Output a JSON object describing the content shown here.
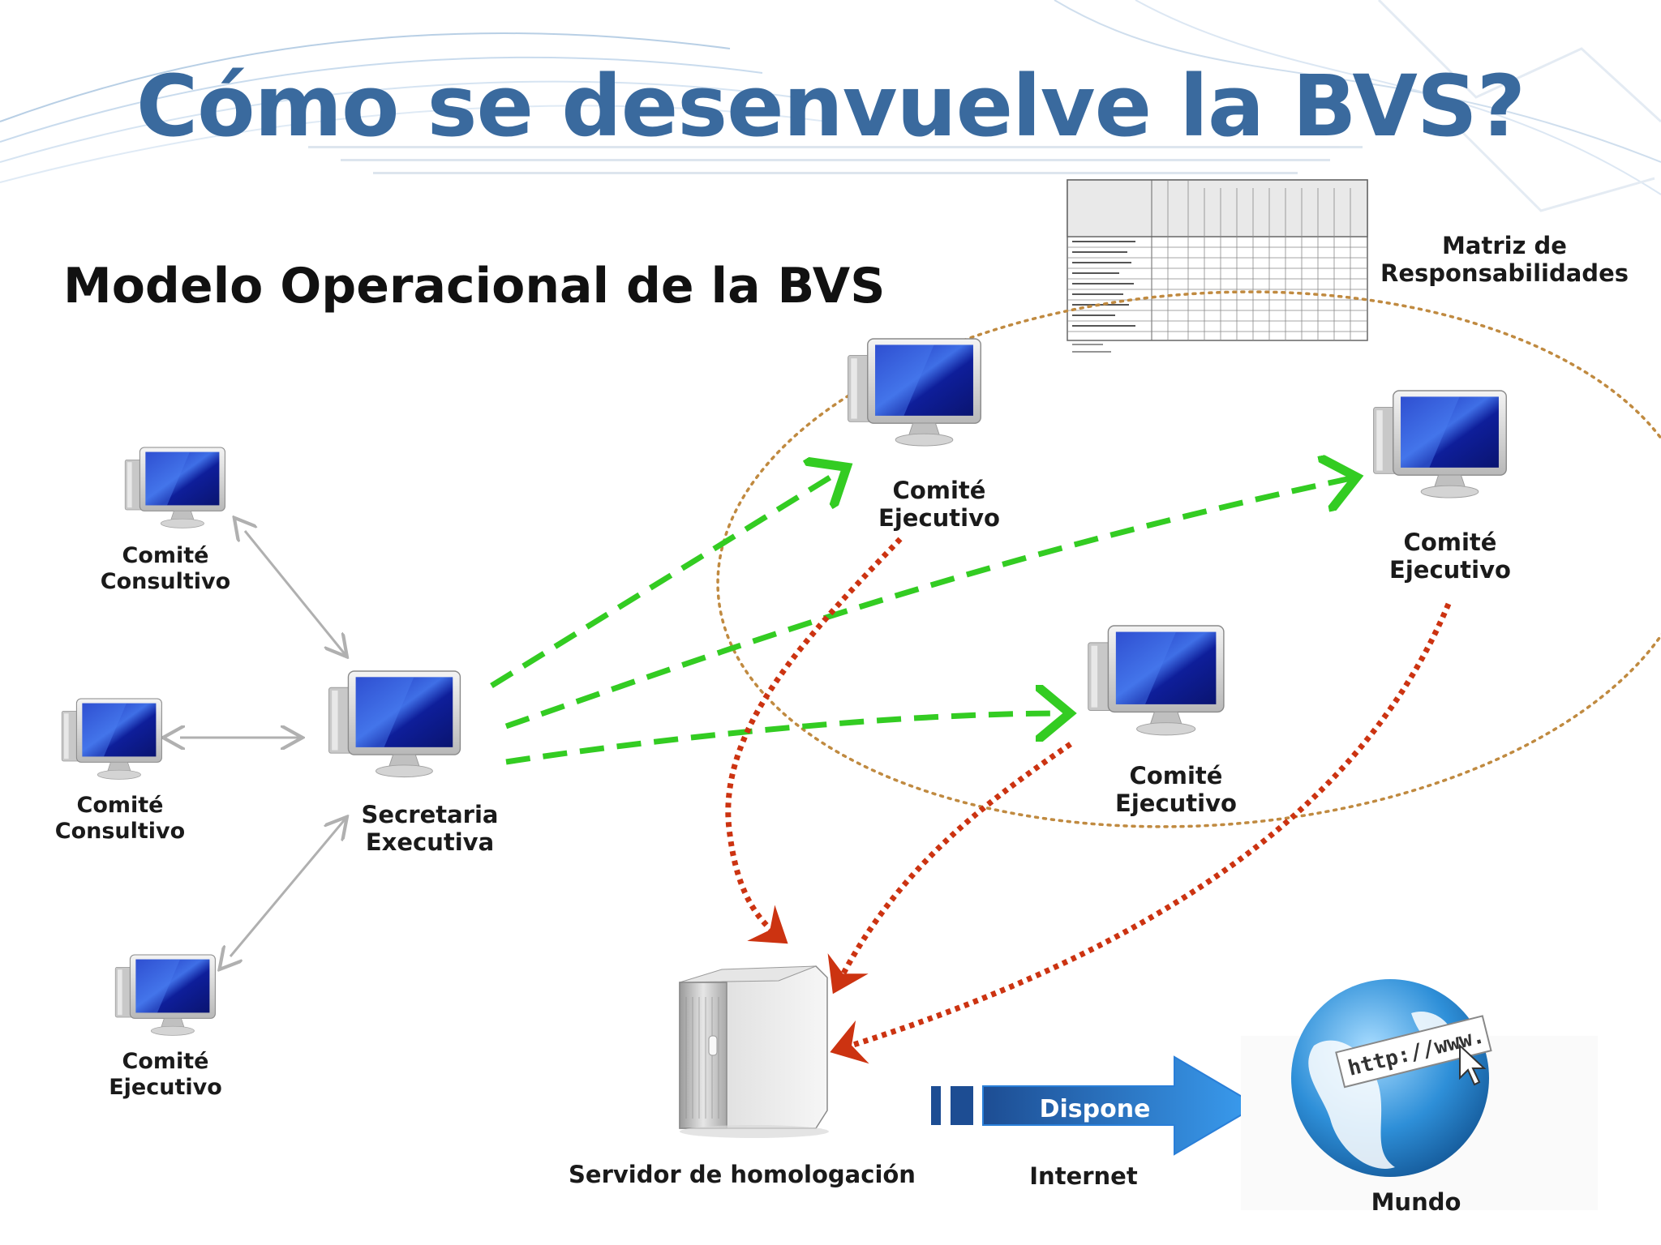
{
  "title": "Cómo se desenvuelve la BVS?",
  "subtitle": "Modelo Operacional de la BVS",
  "matrix": {
    "line1": "Matriz de",
    "line2": "Responsabilidades"
  },
  "nodes": {
    "consultivo_top": {
      "line1": "Comité",
      "line2": "Consultivo"
    },
    "consultivo_mid": {
      "line1": "Comité",
      "line2": "Consultivo"
    },
    "ejecutivo_left": {
      "line1": "Comité",
      "line2": "Ejecutivo"
    },
    "secretaria": {
      "line1": "Secretaria",
      "line2": "Executiva"
    },
    "ejecutivo_top": {
      "line1": "Comité",
      "line2": "Ejecutivo"
    },
    "ejecutivo_right": {
      "line1": "Comité",
      "line2": "Ejecutivo"
    },
    "ejecutivo_center": {
      "line1": "Comité",
      "line2": "Ejecutivo"
    }
  },
  "server_label": "Servidor de homologación",
  "arrow_label": "Dispone",
  "internet_label": "Internet",
  "world_label": "Mundo",
  "globe_text": "http://www.",
  "colors": {
    "title": "#3a6a9e",
    "green_dash": "#33cc22",
    "red_dot": "#cc3311",
    "orange_dot": "#c08a40",
    "gray_arrow": "#b0b0b0",
    "blue_arrow": "#2a7fd8"
  }
}
